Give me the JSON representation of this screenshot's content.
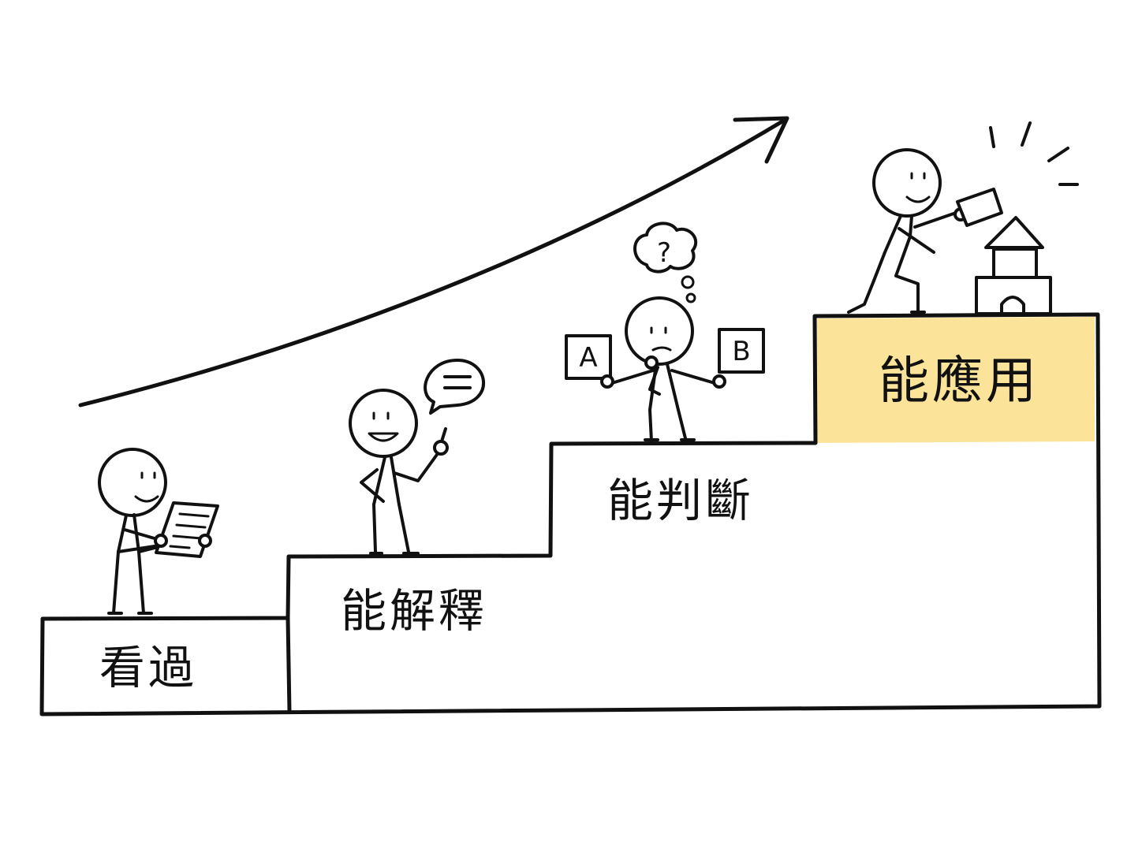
{
  "steps": [
    {
      "id": "seen",
      "label": "看過"
    },
    {
      "id": "explain",
      "label": "能解釋"
    },
    {
      "id": "judge",
      "label": "能判斷"
    },
    {
      "id": "apply",
      "label": "能應用"
    }
  ],
  "choice_cards": {
    "left": "A",
    "right": "B"
  },
  "thought": {
    "symbol": "?"
  },
  "colors": {
    "ink": "#111111",
    "highlight": "#fbe49a",
    "background": "#ffffff"
  }
}
